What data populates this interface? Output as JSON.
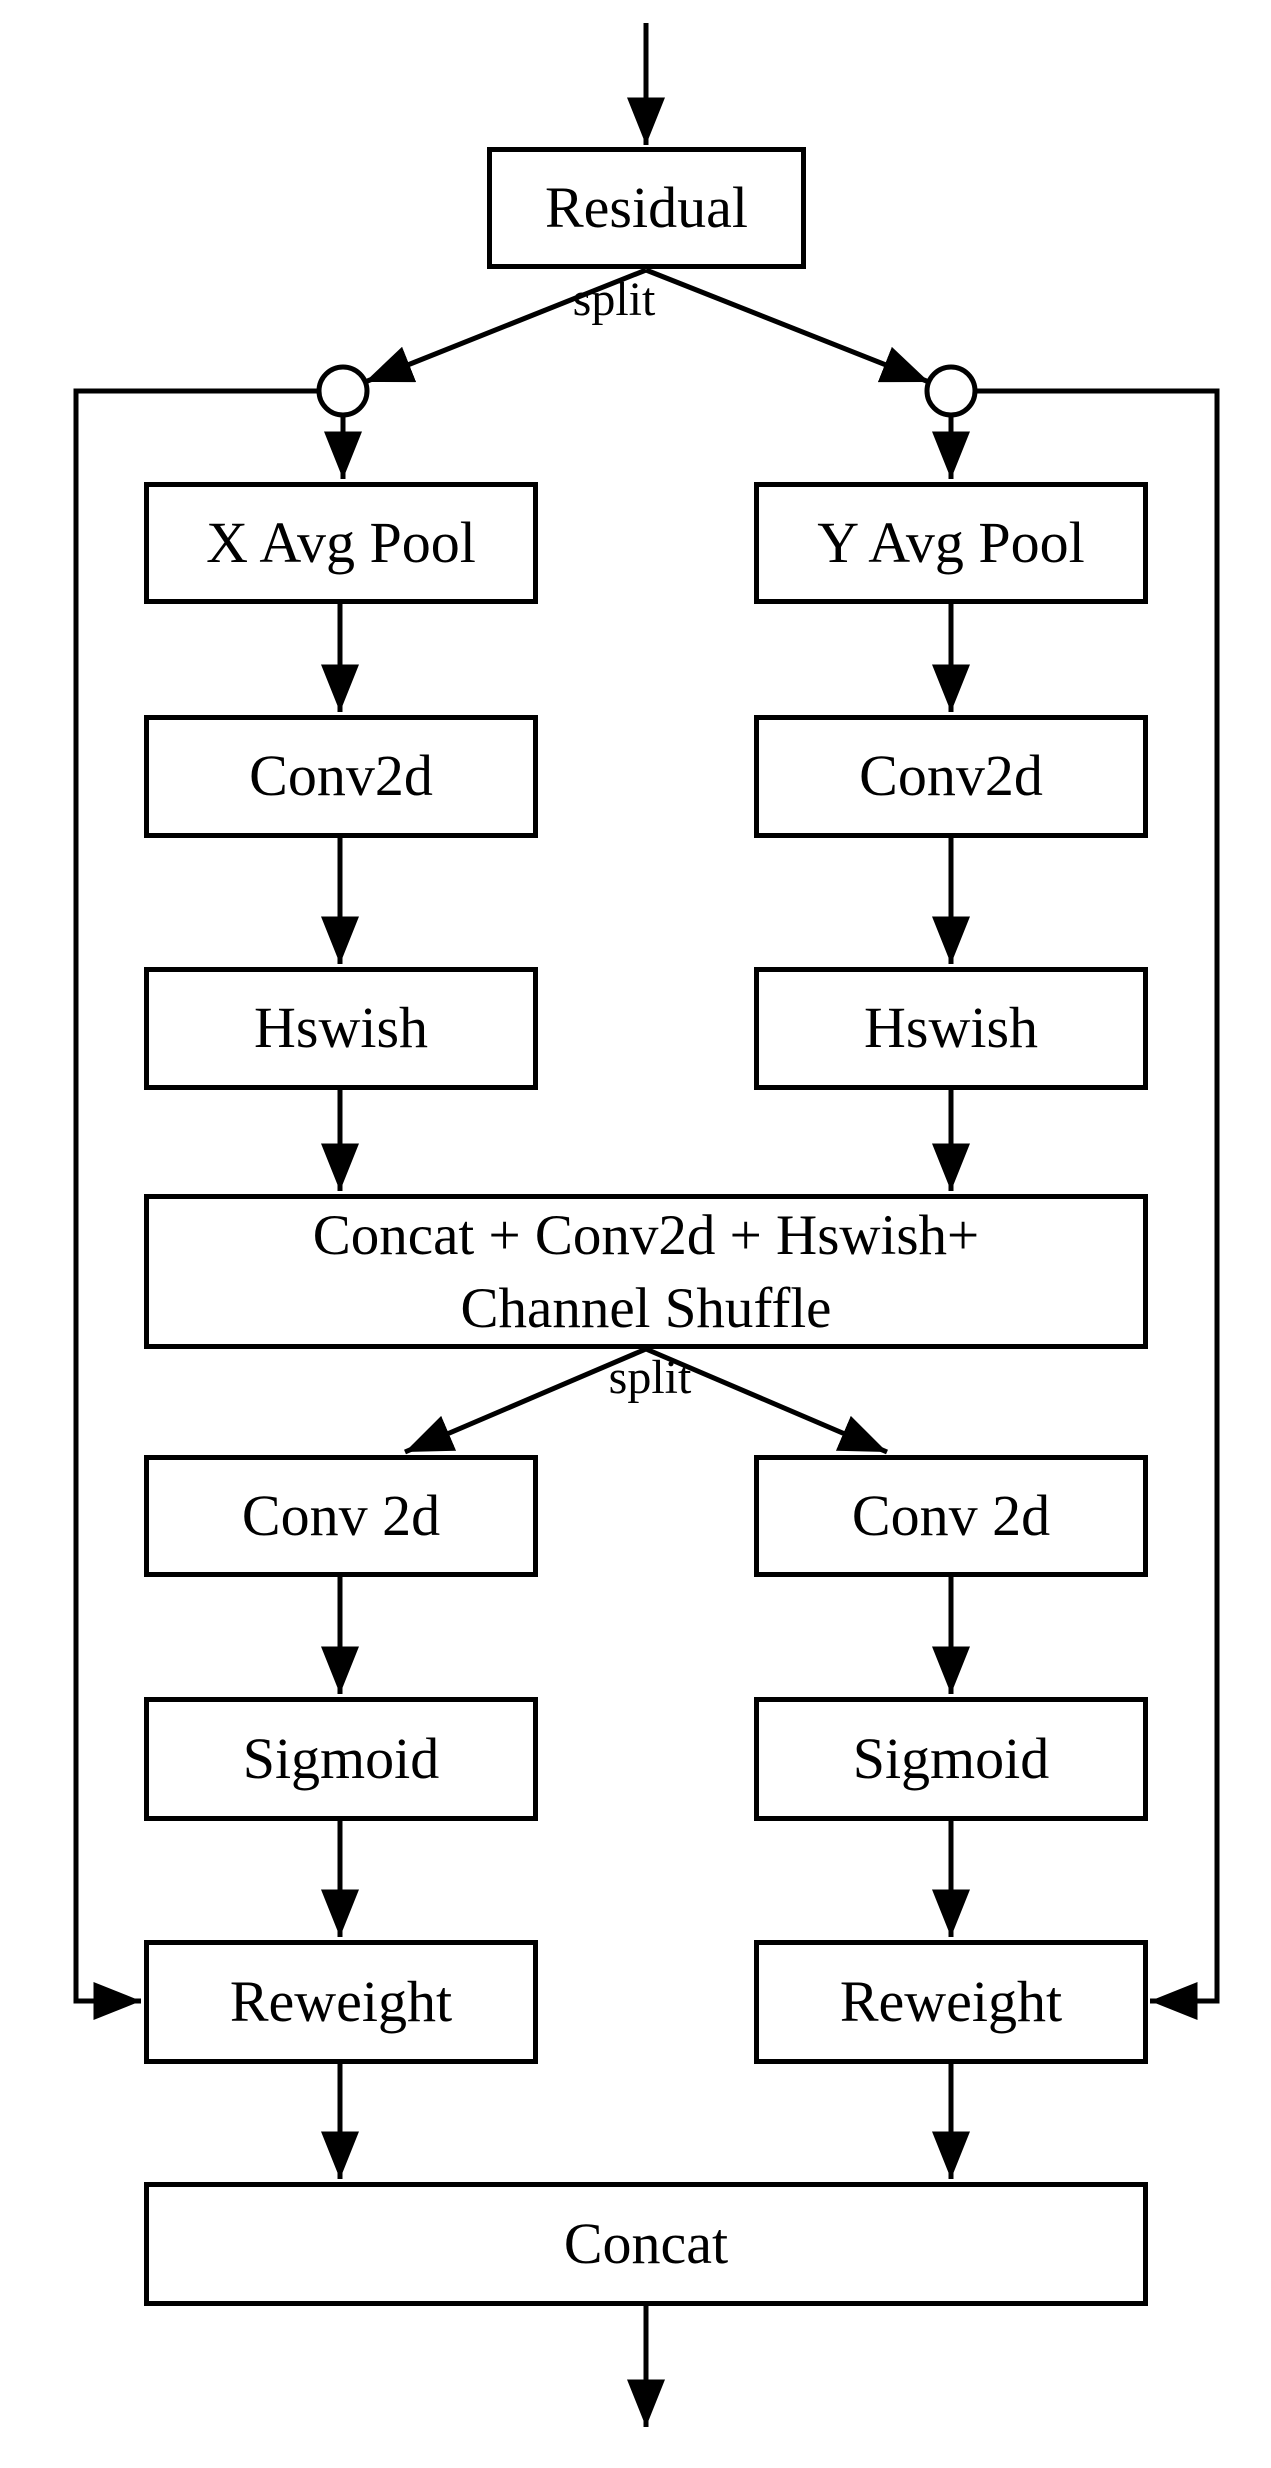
{
  "diagram": {
    "nodes": {
      "residual": "Residual",
      "x_avg_pool": "X Avg Pool",
      "y_avg_pool": "Y Avg Pool",
      "conv2d_left": "Conv2d",
      "conv2d_right": "Conv2d",
      "hswish_left": "Hswish",
      "hswish_right": "Hswish",
      "concat_shuffle_line1": "Concat + Conv2d + Hswish+",
      "concat_shuffle_line2": "Channel Shuffle",
      "conv2d_split_left": "Conv 2d",
      "conv2d_split_right": "Conv 2d",
      "sigmoid_left": "Sigmoid",
      "sigmoid_right": "Sigmoid",
      "reweight_left": "Reweight",
      "reweight_right": "Reweight",
      "concat_out": "Concat"
    },
    "edge_labels": {
      "split_top": "split",
      "split_middle": "split"
    },
    "colors": {
      "stroke": "#000000",
      "background": "#ffffff"
    }
  }
}
